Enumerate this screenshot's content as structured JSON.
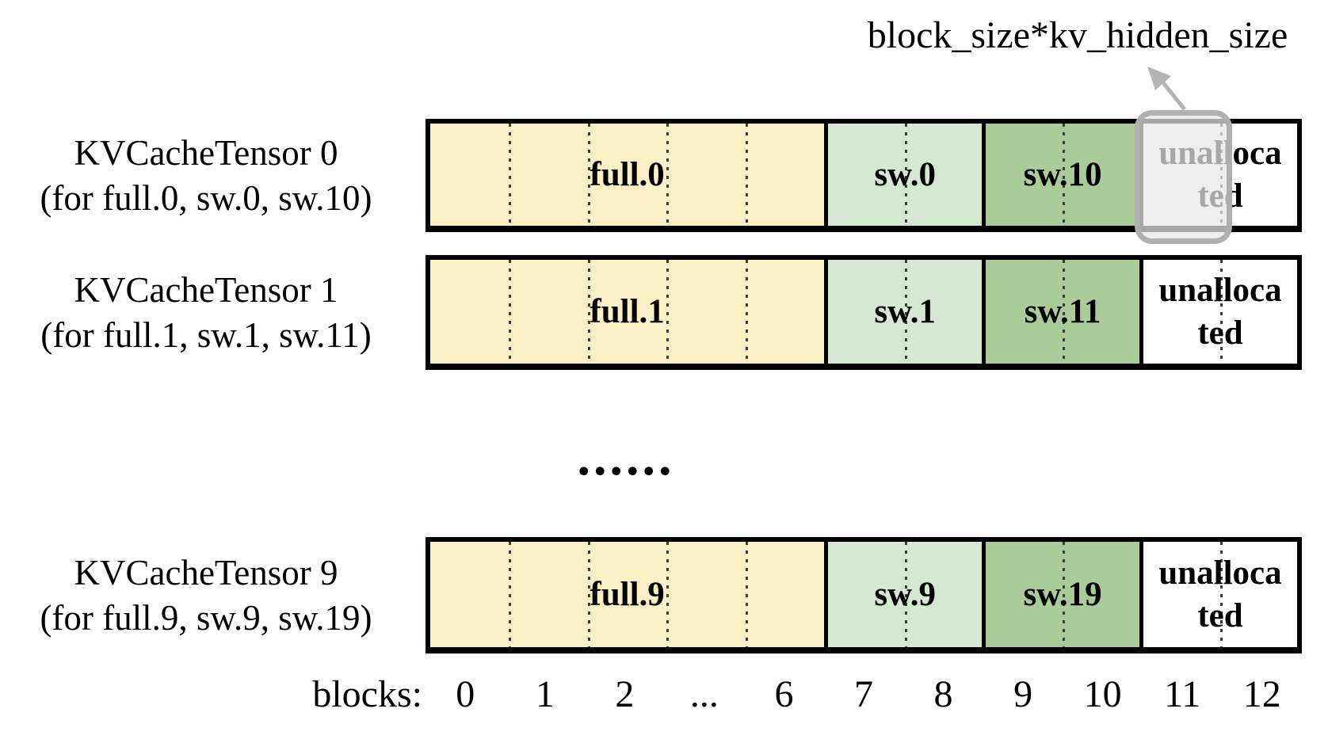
{
  "annotation": {
    "label": "block_size*kv_hidden_size"
  },
  "separator": "......",
  "tensors": [
    {
      "title": "KVCacheTensor 0",
      "subtitle": "(for full.0, sw.0, sw.10)",
      "full_label": "full.0",
      "sw_label": "sw.0",
      "sw2_label": "sw.10",
      "unallocated_label": "unallocated",
      "highlighted": true
    },
    {
      "title": "KVCacheTensor 1",
      "subtitle": "(for full.1, sw.1, sw.11)",
      "full_label": "full.1",
      "sw_label": "sw.1",
      "sw2_label": "sw.11",
      "unallocated_label": "unallocated",
      "highlighted": false
    },
    {
      "title": "KVCacheTensor 9",
      "subtitle": "(for full.9, sw.9, sw.19)",
      "full_label": "full.9",
      "sw_label": "sw.9",
      "sw2_label": "sw.19",
      "unallocated_label": "unallocated",
      "highlighted": false
    }
  ],
  "axis": {
    "label": "blocks:",
    "ticks": [
      "0",
      "1",
      "2",
      "...",
      "6",
      "7",
      "8",
      "9",
      "10",
      "11",
      "12"
    ]
  },
  "colors": {
    "full": "#FBEFC6",
    "sw": "#D6E8D3",
    "sw2": "#AACC9B",
    "unallocated": "#FFFFFF",
    "highlight_fill": "rgba(232,232,232,0.72)",
    "highlight_border": "rgba(173,173,173,0.95)",
    "arrow": "#b4b4b4"
  }
}
